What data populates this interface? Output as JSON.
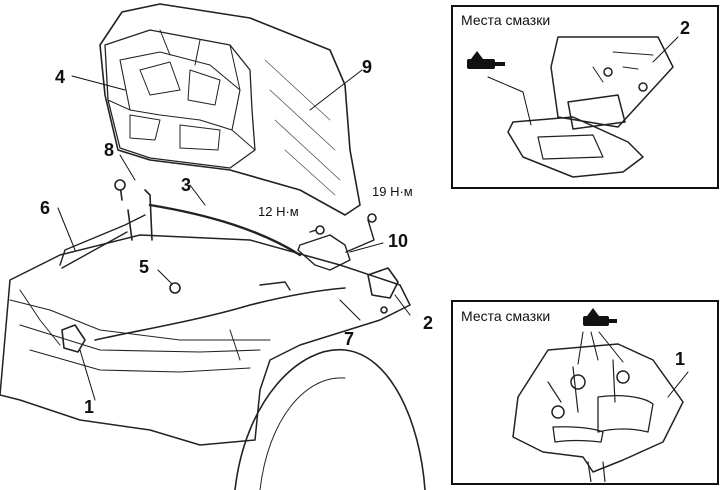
{
  "insets": {
    "top": {
      "title": "Места смазки",
      "callouts": [
        "2"
      ]
    },
    "bottom": {
      "title": "Места смазки",
      "callouts": [
        "1"
      ]
    }
  },
  "callouts": {
    "c1": "1",
    "c2": "2",
    "c3": "3",
    "c4": "4",
    "c5": "5",
    "c6": "6",
    "c7": "7",
    "c8": "8",
    "c9": "9",
    "c10": "10"
  },
  "torque": {
    "t12": "12 Н·м",
    "t19": "19 Н·м"
  },
  "icons": [
    "grease-gun-icon"
  ]
}
